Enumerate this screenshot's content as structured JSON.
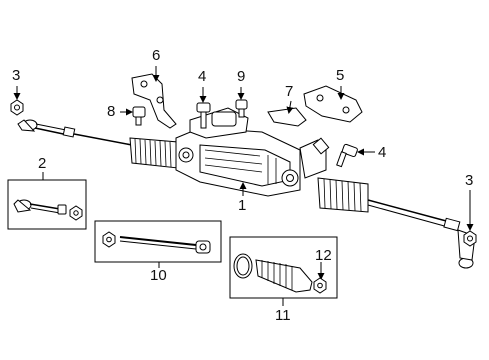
{
  "diagram": {
    "callouts": {
      "c1": "1",
      "c2": "2",
      "c3_left": "3",
      "c3_right": "3",
      "c4_top": "4",
      "c4_right": "4",
      "c5": "5",
      "c6": "6",
      "c7": "7",
      "c8": "8",
      "c9": "9",
      "c10": "10",
      "c11": "11",
      "c12": "12"
    }
  }
}
